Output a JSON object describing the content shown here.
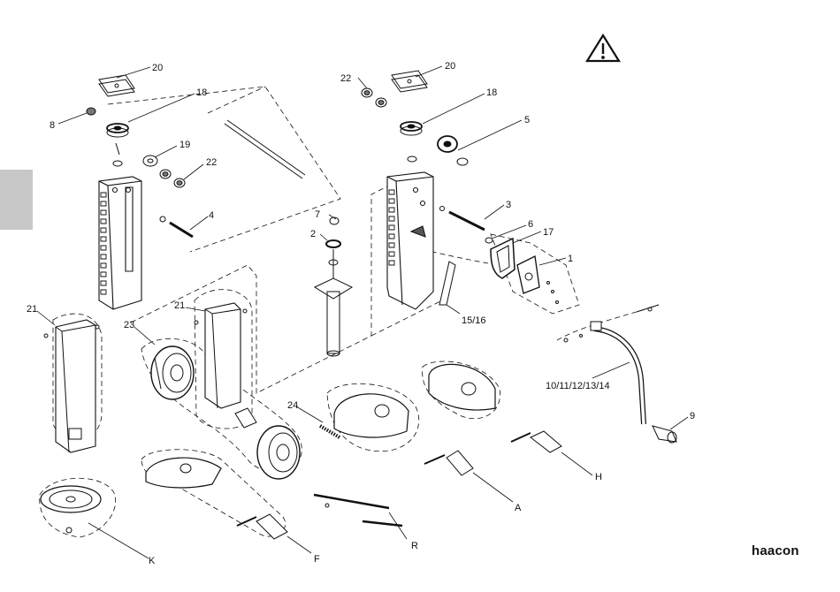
{
  "brand": "haacon",
  "labels": {
    "l20a": "20",
    "l18a": "18",
    "l8": "8",
    "l19": "19",
    "l22a": "22",
    "l4": "4",
    "l22b": "22",
    "l20b": "20",
    "l18b": "18",
    "l5": "5",
    "l7": "7",
    "l2": "2",
    "l3": "3",
    "l6": "6",
    "l17": "17",
    "l1": "1",
    "l1516": "15/16",
    "l21a": "21",
    "l21b": "21",
    "l23": "23",
    "l24": "24",
    "l10to14": "10/11/12/13/14",
    "l9": "9",
    "lH": "H",
    "lA": "A",
    "lR": "R",
    "lF": "F",
    "lK": "K"
  }
}
